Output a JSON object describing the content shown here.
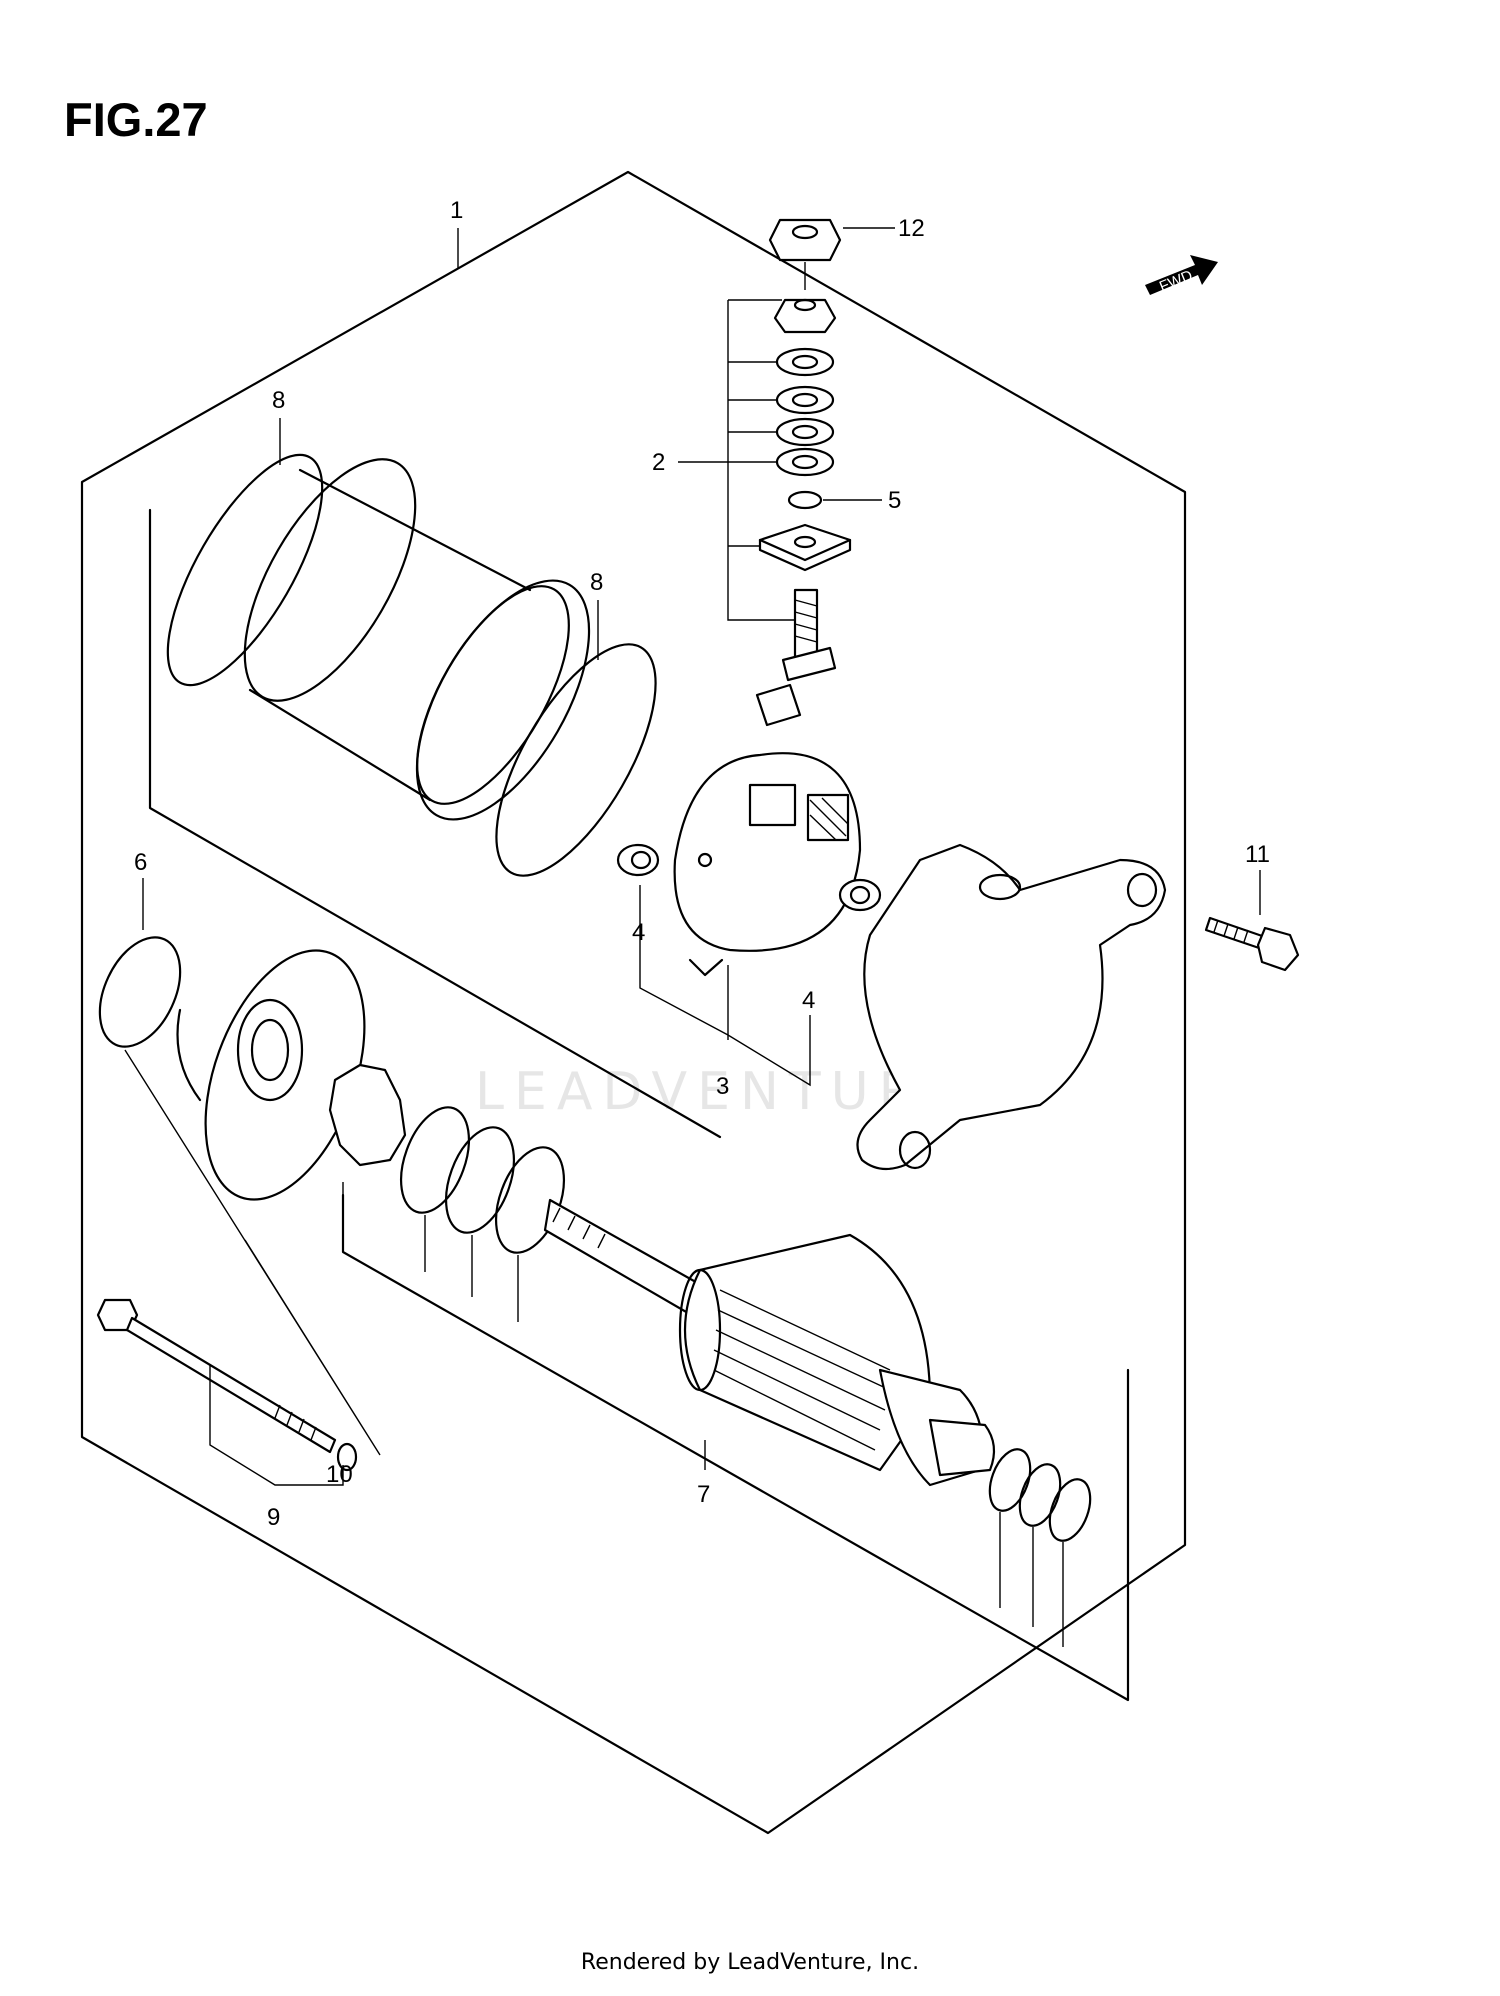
{
  "figure": {
    "title": "FIG.27",
    "footer": "Rendered by LeadVenture, Inc.",
    "watermark": "LEADVENTURE",
    "fwd_label": "FWD"
  },
  "callouts": [
    {
      "id": "c1",
      "label": "1"
    },
    {
      "id": "c2",
      "label": "2"
    },
    {
      "id": "c3",
      "label": "3"
    },
    {
      "id": "c4a",
      "label": "4"
    },
    {
      "id": "c4b",
      "label": "4"
    },
    {
      "id": "c5",
      "label": "5"
    },
    {
      "id": "c6",
      "label": "6"
    },
    {
      "id": "c7",
      "label": "7"
    },
    {
      "id": "c8a",
      "label": "8"
    },
    {
      "id": "c8b",
      "label": "8"
    },
    {
      "id": "c9",
      "label": "9"
    },
    {
      "id": "c10",
      "label": "10"
    },
    {
      "id": "c11",
      "label": "11"
    },
    {
      "id": "c12",
      "label": "12"
    }
  ]
}
